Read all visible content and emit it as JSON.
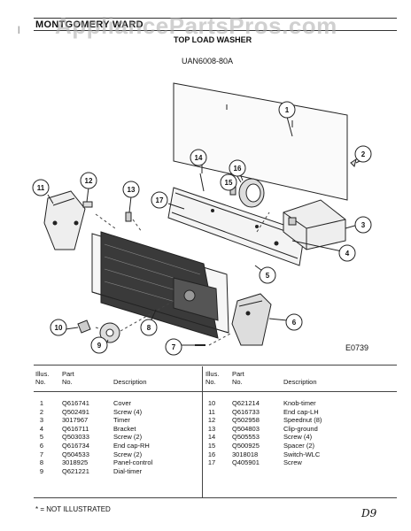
{
  "header": {
    "manufacturer": "MONTGOMERY WARD",
    "product": "TOP LOAD WASHER",
    "model": "UAN6008-80A",
    "watermark": "AppliancePartsPros.com",
    "margin_mark": "|"
  },
  "figure": {
    "code": "E0739",
    "callouts": [
      "1",
      "2",
      "3",
      "4",
      "5",
      "6",
      "7",
      "8",
      "9",
      "10",
      "11",
      "12",
      "13",
      "14",
      "15",
      "16",
      "17"
    ]
  },
  "table": {
    "headers": {
      "illus_no": "Illus.\nNo.",
      "part_no": "Part\nNo.",
      "description": "Description"
    },
    "left_rows": [
      {
        "no": "1",
        "part": "Q616741",
        "desc": "Cover"
      },
      {
        "no": "2",
        "part": "Q502491",
        "desc": "Screw (4)"
      },
      {
        "no": "3",
        "part": "3017967",
        "desc": "Timer"
      },
      {
        "no": "4",
        "part": "Q616711",
        "desc": "Bracket"
      },
      {
        "no": "5",
        "part": "Q503033",
        "desc": "Screw (2)"
      },
      {
        "no": "6",
        "part": "Q616734",
        "desc": "End cap-RH"
      },
      {
        "no": "7",
        "part": "Q504533",
        "desc": "Screw (2)"
      },
      {
        "no": "8",
        "part": "3018925",
        "desc": "Panel-control"
      },
      {
        "no": "9",
        "part": "Q621221",
        "desc": "Dial-timer"
      }
    ],
    "right_rows": [
      {
        "no": "10",
        "part": "Q621214",
        "desc": "Knob-timer"
      },
      {
        "no": "11",
        "part": "Q616733",
        "desc": "End cap-LH"
      },
      {
        "no": "12",
        "part": "Q502958",
        "desc": "Speednut (8)"
      },
      {
        "no": "13",
        "part": "Q504803",
        "desc": "Clip-ground"
      },
      {
        "no": "14",
        "part": "Q505553",
        "desc": "Screw (4)"
      },
      {
        "no": "15",
        "part": "Q500925",
        "desc": "Spacer (2)"
      },
      {
        "no": "16",
        "part": "3018018",
        "desc": "Switch-WLC"
      },
      {
        "no": "17",
        "part": "Q405901",
        "desc": "Screw"
      }
    ]
  },
  "footnote": "* = NOT ILLUSTRATED",
  "initials": "D9"
}
